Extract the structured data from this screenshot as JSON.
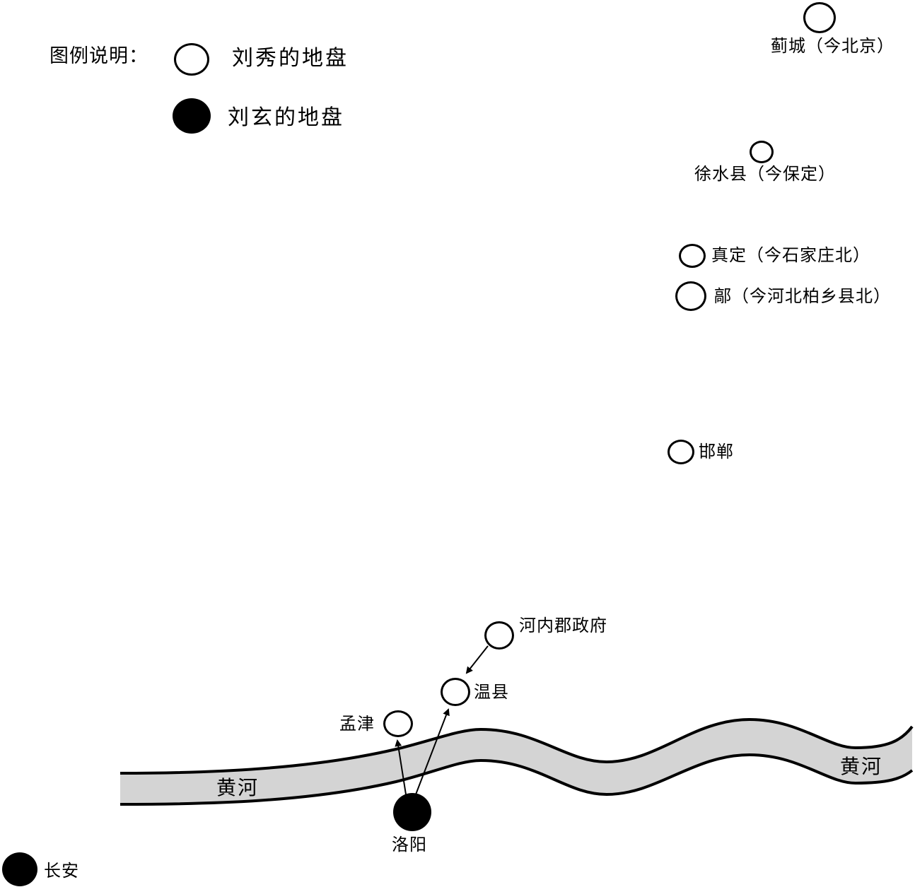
{
  "legend": {
    "title": "图例说明：",
    "liu_xiu": "刘秀的地盘",
    "liu_xuan": "刘玄的地盘"
  },
  "places": {
    "jicheng": "蓟城（今北京）",
    "xushui": "徐水县（今保定）",
    "zhending": "真定（今石家庄北）",
    "hao": "鄗（今河北柏乡县北）",
    "handan": "邯郸",
    "henei": "河内郡政府",
    "wenxian": "温县",
    "mengjin": "孟津",
    "luoyang": "洛阳",
    "changan": "长安"
  },
  "rivers": {
    "yellow_left": "黄河",
    "yellow_right": "黄河"
  },
  "colors": {
    "river_fill": "#d4d4d4",
    "ink": "#000000"
  }
}
